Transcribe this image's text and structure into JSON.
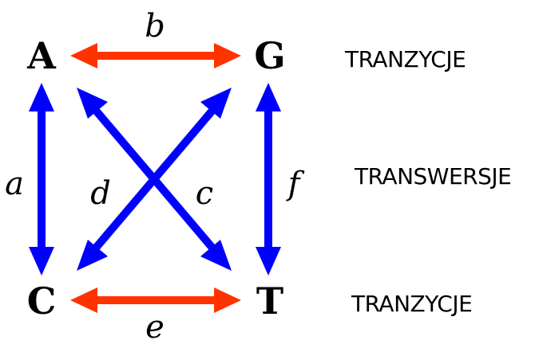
{
  "nodes": {
    "A": "A",
    "G": "G",
    "C": "C",
    "T": "T"
  },
  "edge_labels": {
    "a": "a",
    "b": "b",
    "c": "c",
    "d": "d",
    "e": "e",
    "f": "f"
  },
  "side_labels": {
    "top": "TRANZYCJE",
    "middle": "TRANSWERSJE",
    "bottom": "TRANZYCJE"
  },
  "colors": {
    "transition": "#ff3300",
    "transversion": "#0000ff",
    "text": "#000000"
  }
}
